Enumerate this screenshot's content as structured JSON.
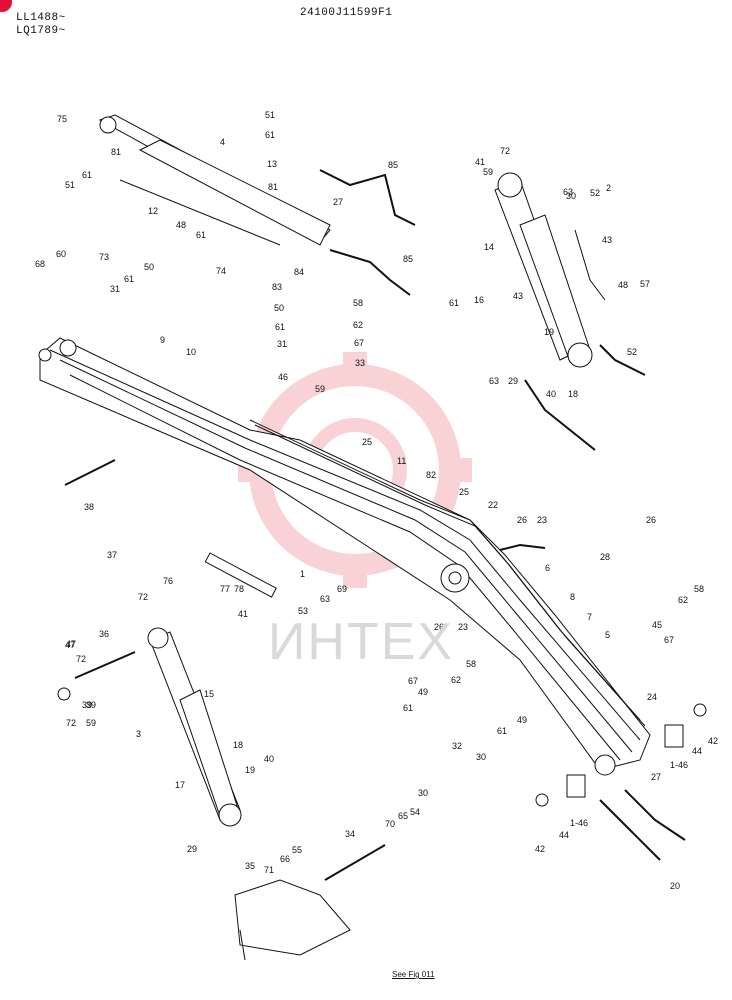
{
  "header": {
    "serial_line_1": "LL1488~",
    "serial_line_2": "LQ1789~",
    "drawing_number": "24100J11599F1"
  },
  "footer": {
    "reference": "See Fig 011"
  },
  "watermark": {
    "text": "ИНТЕХ",
    "color": "#f5a3a8"
  },
  "badge_color": "#e0103a",
  "callouts": [
    "75",
    "4",
    "51",
    "61",
    "13",
    "85",
    "81",
    "61",
    "51",
    "12",
    "81",
    "27",
    "48",
    "61",
    "74",
    "84",
    "83",
    "85",
    "60",
    "73",
    "68",
    "31",
    "61",
    "50",
    "50",
    "61",
    "31",
    "58",
    "62",
    "67",
    "33",
    "9",
    "10",
    "46",
    "59",
    "25",
    "11",
    "82",
    "25",
    "22",
    "38",
    "37",
    "1",
    "26",
    "23",
    "6",
    "76",
    "77",
    "78",
    "41",
    "72",
    "36",
    "47",
    "72",
    "39",
    "59",
    "3",
    "15",
    "18",
    "17",
    "19",
    "40",
    "29",
    "53",
    "63",
    "69",
    "26",
    "23",
    "8",
    "7",
    "5",
    "26",
    "28",
    "45",
    "67",
    "62",
    "58",
    "24",
    "42",
    "44",
    "1-46",
    "27",
    "49",
    "62",
    "58",
    "67",
    "61",
    "32",
    "30",
    "49",
    "61",
    "30",
    "34",
    "70",
    "65",
    "54",
    "35",
    "71",
    "66",
    "55",
    "42",
    "44",
    "1-46",
    "20",
    "39",
    "47",
    "72",
    "59",
    "41",
    "72",
    "63",
    "52",
    "2",
    "14",
    "43",
    "30",
    "48",
    "57",
    "61",
    "16",
    "43",
    "19",
    "52",
    "63",
    "29",
    "40",
    "18"
  ]
}
